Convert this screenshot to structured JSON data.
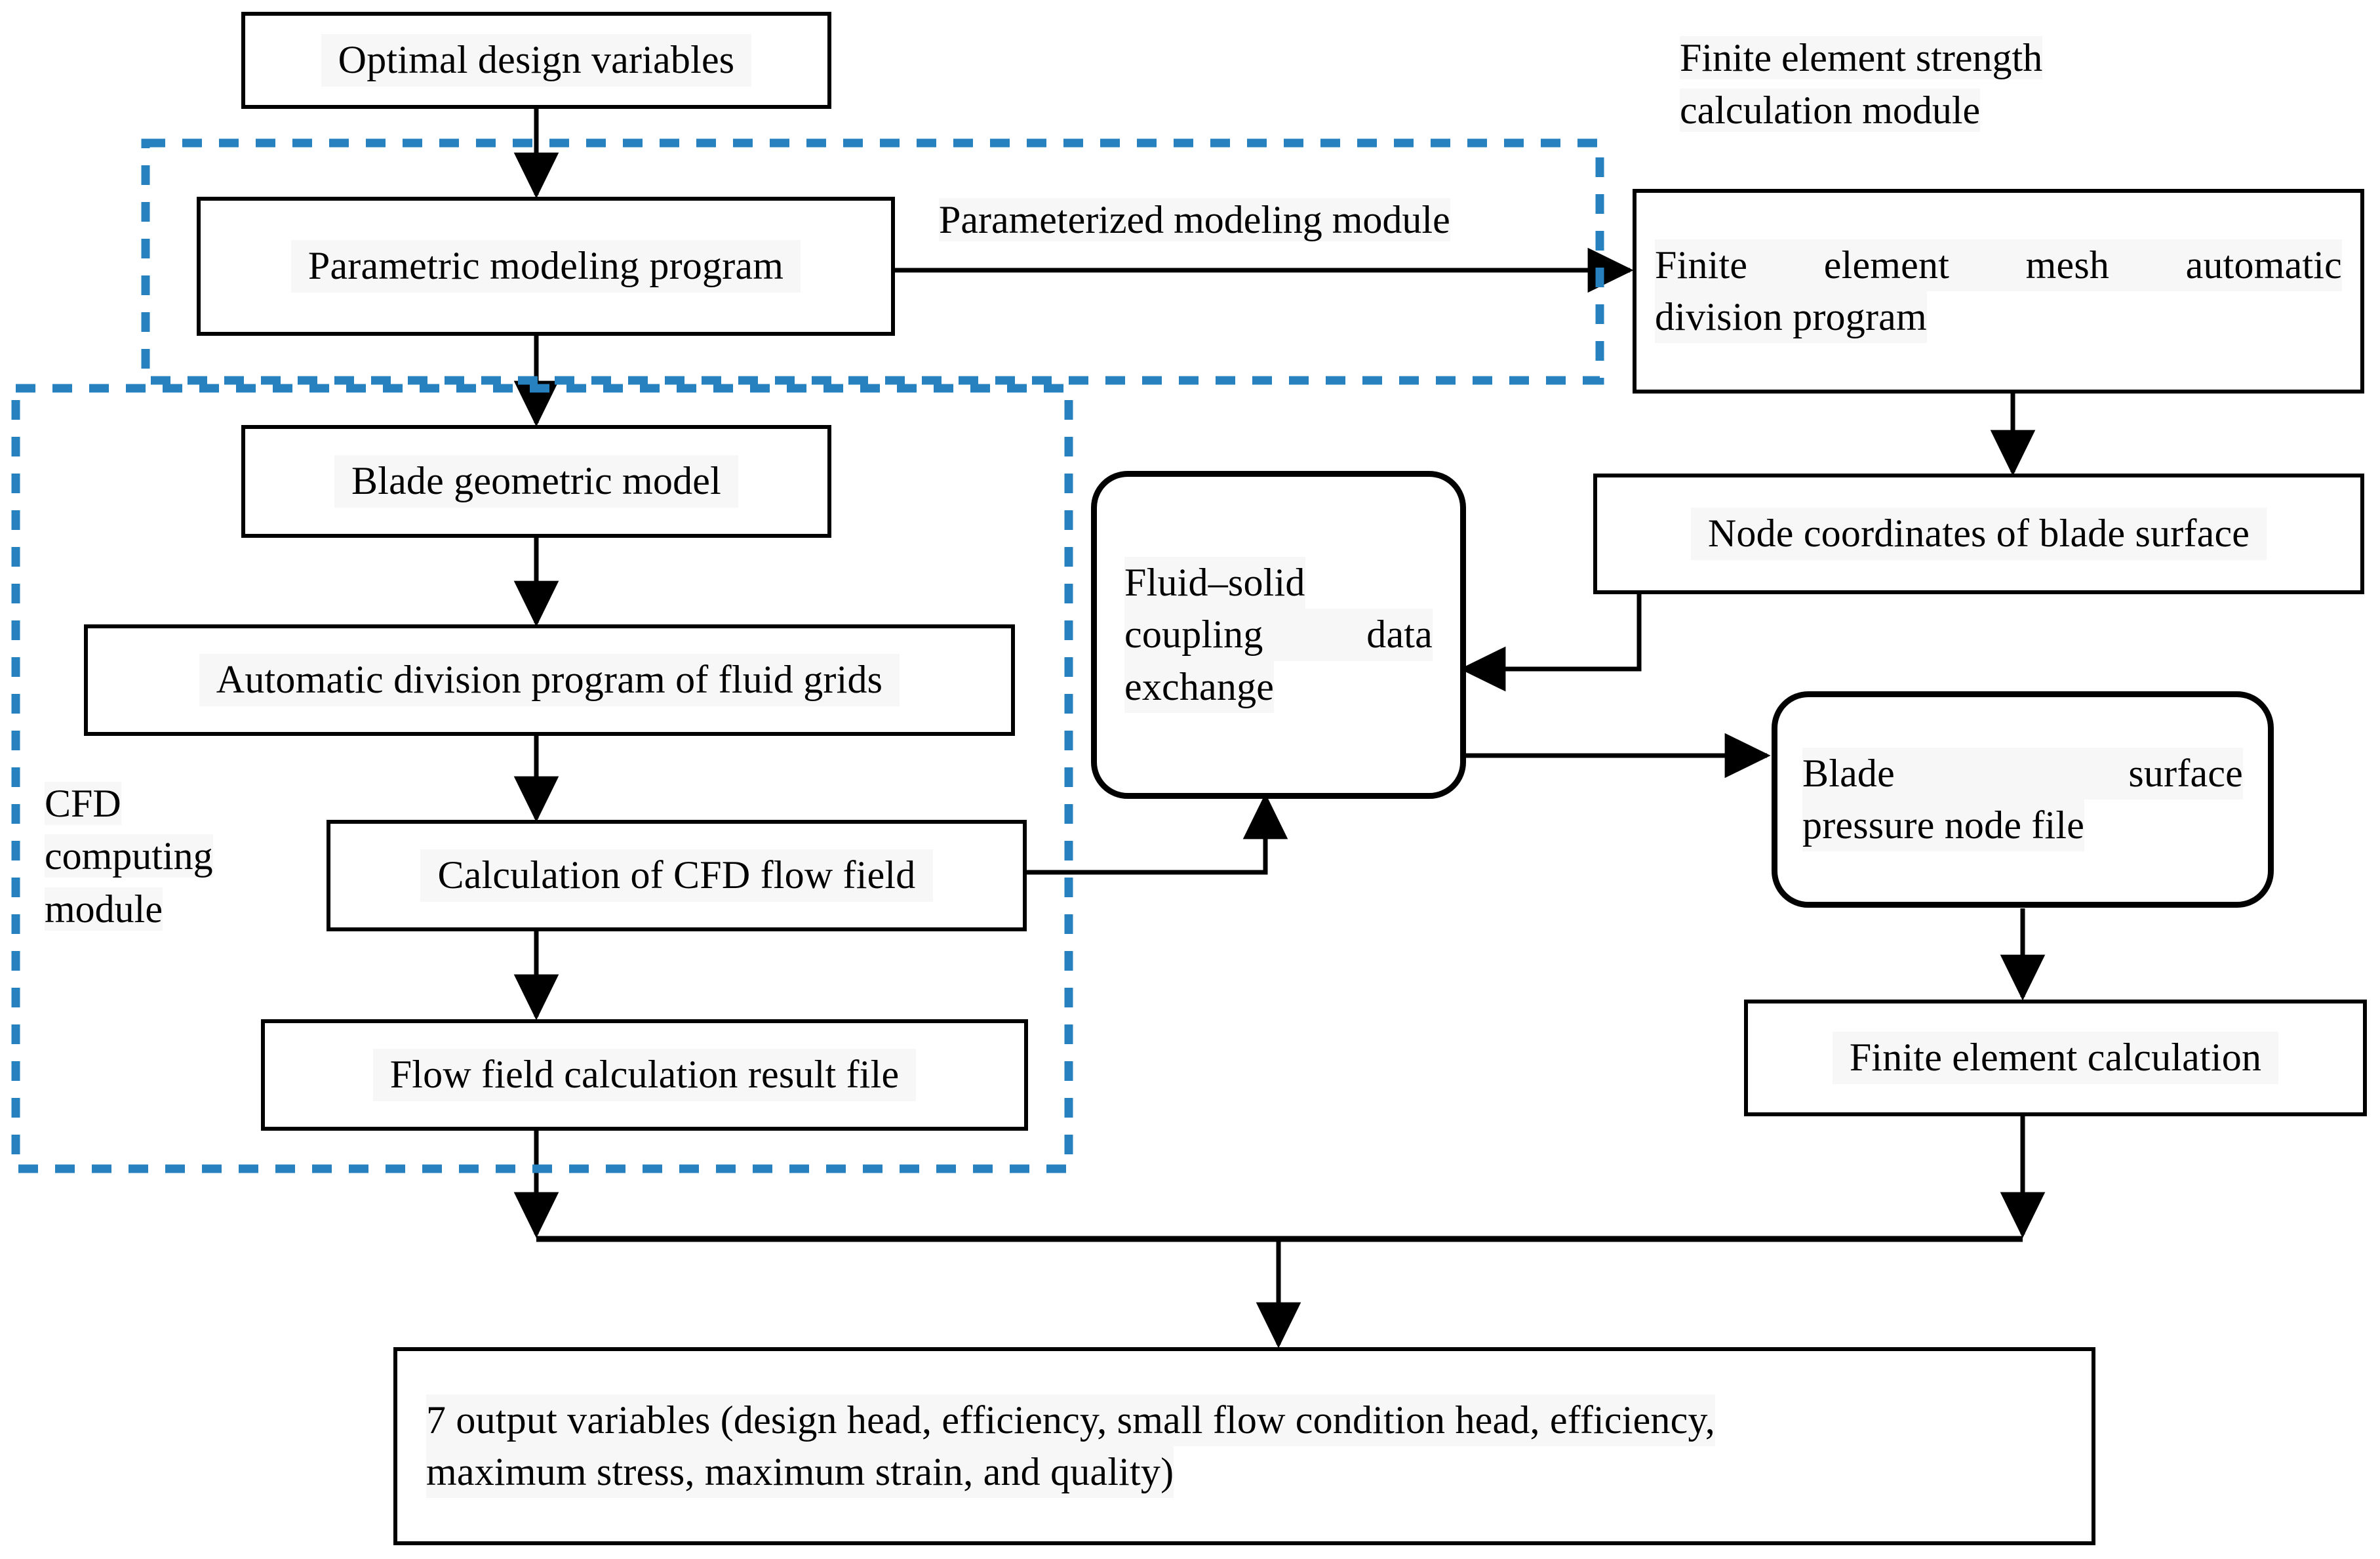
{
  "diagram": {
    "title": "Integrated blade design, CFD and finite element calculation flowchart",
    "accent_dashed_color": "#2781bf",
    "line_color": "#000000",
    "node_fill": "#ffffff",
    "text_highlight": "#f7f7f7"
  },
  "groups": {
    "parameterized_module": {
      "label": "Parameterized modeling module"
    },
    "cfd_module": {
      "label": "CFD computing module",
      "label_lines": [
        "CFD",
        "computing",
        "module"
      ]
    },
    "fe_module": {
      "label": "Finite element strength calculation module",
      "label_lines": [
        "Finite  element  strength",
        "calculation module"
      ]
    }
  },
  "nodes": {
    "optimal_design_variables": {
      "label": "Optimal design variables"
    },
    "parametric_modeling_program": {
      "label": "Parametric modeling program"
    },
    "blade_geometric_model": {
      "label": "Blade geometric model"
    },
    "automatic_division_fluid_grids": {
      "label": "Automatic division program of fluid grids"
    },
    "calculation_cfd_flow_field": {
      "label": "Calculation of CFD flow field"
    },
    "flow_field_result_file": {
      "label": "Flow field calculation result file"
    },
    "fe_mesh_automatic_division": {
      "label": "Finite element mesh automatic division program",
      "line1": "Finite  element  mesh  automatic",
      "line2": "division program"
    },
    "node_coordinates_blade_surface": {
      "label": "Node coordinates of blade surface"
    },
    "fluid_solid_coupling": {
      "label": "Fluid–solid coupling data exchange",
      "line1": "Fluid–solid",
      "line2": "coupling  data",
      "line3": "exchange"
    },
    "blade_surface_pressure_node_file": {
      "label": "Blade surface pressure node file",
      "line1": "Blade        surface",
      "line2": "pressure node file"
    },
    "finite_element_calculation": {
      "label": "Finite element calculation"
    },
    "output_variables": {
      "label": "7 output variables (design head, efficiency, small flow condition head, efficiency, maximum stress, maximum strain, and quality)",
      "line1": "7 output variables (design head, efficiency, small flow condition head, efficiency,",
      "line2": "maximum stress, maximum strain, and quality)"
    }
  },
  "edges": [
    {
      "from": "optimal_design_variables",
      "to": "parametric_modeling_program",
      "type": "arrow-down"
    },
    {
      "from": "parametric_modeling_program",
      "to": "fe_mesh_automatic_division",
      "type": "arrow-right"
    },
    {
      "from": "parametric_modeling_program",
      "to": "blade_geometric_model",
      "type": "arrow-down"
    },
    {
      "from": "blade_geometric_model",
      "to": "automatic_division_fluid_grids",
      "type": "arrow-down"
    },
    {
      "from": "automatic_division_fluid_grids",
      "to": "calculation_cfd_flow_field",
      "type": "arrow-down"
    },
    {
      "from": "calculation_cfd_flow_field",
      "to": "flow_field_result_file",
      "type": "arrow-down"
    },
    {
      "from": "calculation_cfd_flow_field",
      "to": "fluid_solid_coupling",
      "type": "elbow-right-up"
    },
    {
      "from": "fe_mesh_automatic_division",
      "to": "node_coordinates_blade_surface",
      "type": "arrow-down"
    },
    {
      "from": "node_coordinates_blade_surface",
      "to": "fluid_solid_coupling",
      "type": "elbow-down-left"
    },
    {
      "from": "fluid_solid_coupling",
      "to": "blade_surface_pressure_node_file",
      "type": "arrow-right"
    },
    {
      "from": "blade_surface_pressure_node_file",
      "to": "finite_element_calculation",
      "type": "arrow-down"
    },
    {
      "from": "flow_field_result_file",
      "to": "output_variables",
      "type": "merge-down"
    },
    {
      "from": "finite_element_calculation",
      "to": "output_variables",
      "type": "merge-down"
    }
  ]
}
